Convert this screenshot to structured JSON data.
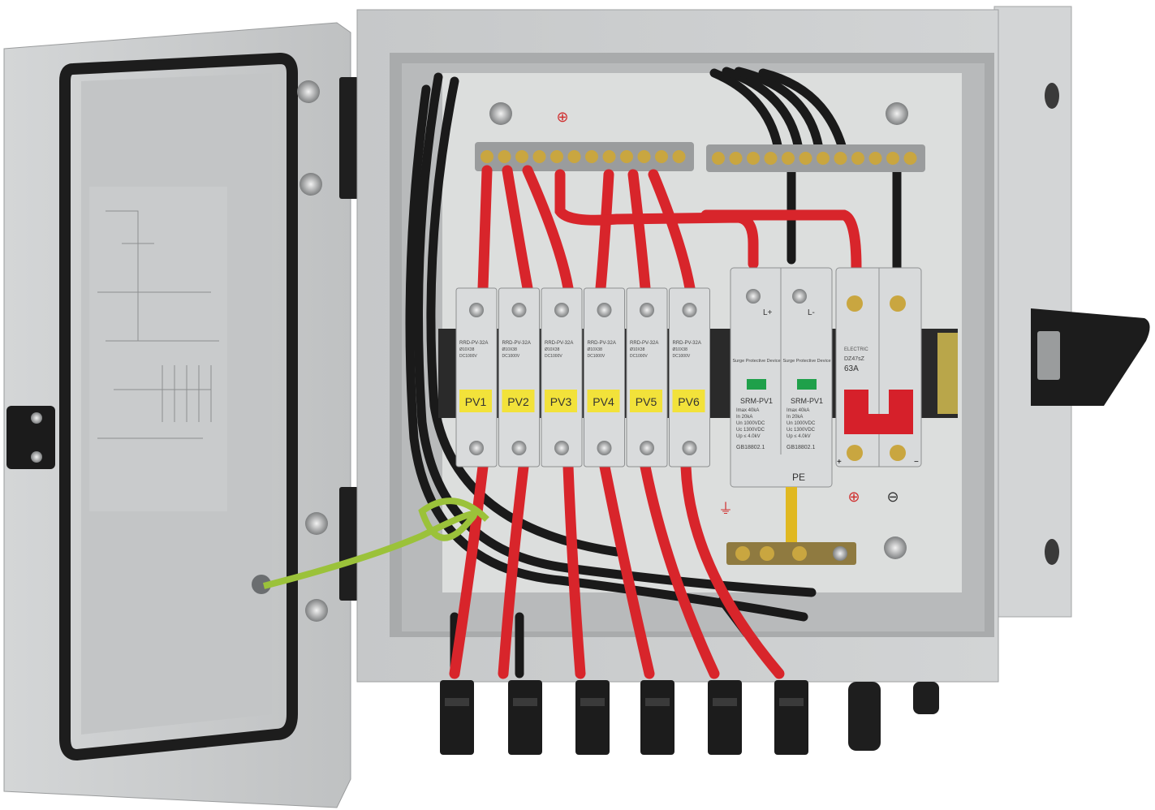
{
  "colors": {
    "enclosure": "#c9cbcc",
    "backplate": "#dcdedd",
    "cable_red": "#d8252b",
    "cable_black": "#1a1a1a",
    "label_yellow": "#f2e23a",
    "breaker_red": "#d6202a",
    "spd_window": "#1fa04a"
  },
  "fuses": [
    {
      "label": "PV1",
      "model": "RRD-PV-32A",
      "size": "Ø10X38",
      "voltage": "DC1000V"
    },
    {
      "label": "PV2",
      "model": "RRD-PV-32A",
      "size": "Ø10X38",
      "voltage": "DC1000V"
    },
    {
      "label": "PV3",
      "model": "RRD-PV-32A",
      "size": "Ø10X38",
      "voltage": "DC1000V"
    },
    {
      "label": "PV4",
      "model": "RRD-PV-32A",
      "size": "Ø10X38",
      "voltage": "DC1000V"
    },
    {
      "label": "PV5",
      "model": "RRD-PV-32A",
      "size": "Ø10X38",
      "voltage": "DC1000V"
    },
    {
      "label": "PV6",
      "model": "RRD-PV-32A",
      "size": "Ø10X38",
      "voltage": "DC1000V"
    }
  ],
  "spd": {
    "poles": [
      "L+",
      "L-"
    ],
    "title": "Surge Protective Device",
    "model": "SRM-PV1",
    "specs": [
      "Imax   40kA",
      "In   20kA",
      "Un  1000VDC",
      "Uc  1300VDC",
      "Up  ≤ 4.0kV"
    ],
    "standard": "GB18802.1",
    "ground_label": "PE"
  },
  "breaker": {
    "brand": "ELECTRIC",
    "model": "DZ47sZ",
    "rating": "63A",
    "plus": "+",
    "minus": "−"
  },
  "polarity": {
    "positive": "⊕",
    "negative": "⊖"
  },
  "icons": [
    "ground-symbol-icon",
    "plus-symbol-icon",
    "minus-symbol-icon"
  ]
}
